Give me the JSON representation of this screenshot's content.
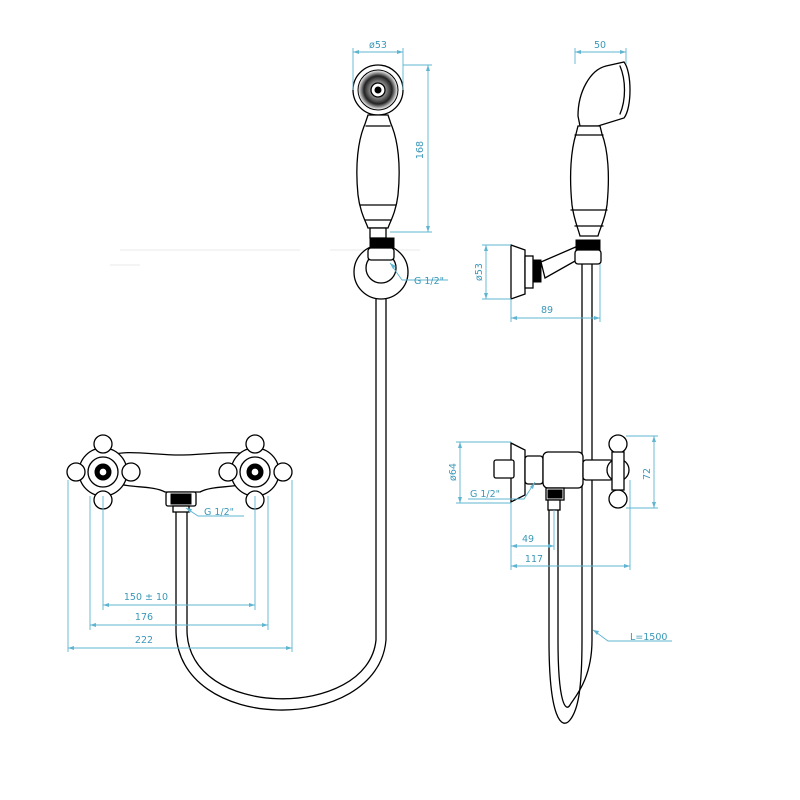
{
  "colors": {
    "line": "#000000",
    "dimension": "#5fb4d0",
    "dimension_text": "#3a98b8",
    "background": "#ffffff"
  },
  "dimensions": {
    "shower_head_diameter": "ø53",
    "handle_length": "168",
    "head_depth": "50",
    "wall_support_diameter": "ø53",
    "support_projection": "89",
    "support_thread": "G 1/2\"",
    "mixer_outlet_thread": "G 1/2\"",
    "centers": "150 ± 10",
    "handles_width": "176",
    "total_width": "222",
    "flange_diameter": "ø64",
    "inlet_thread": "G 1/2\"",
    "depth_outlet": "49",
    "depth_total": "117",
    "handle_height": "72",
    "hose_length": "L=1500"
  }
}
